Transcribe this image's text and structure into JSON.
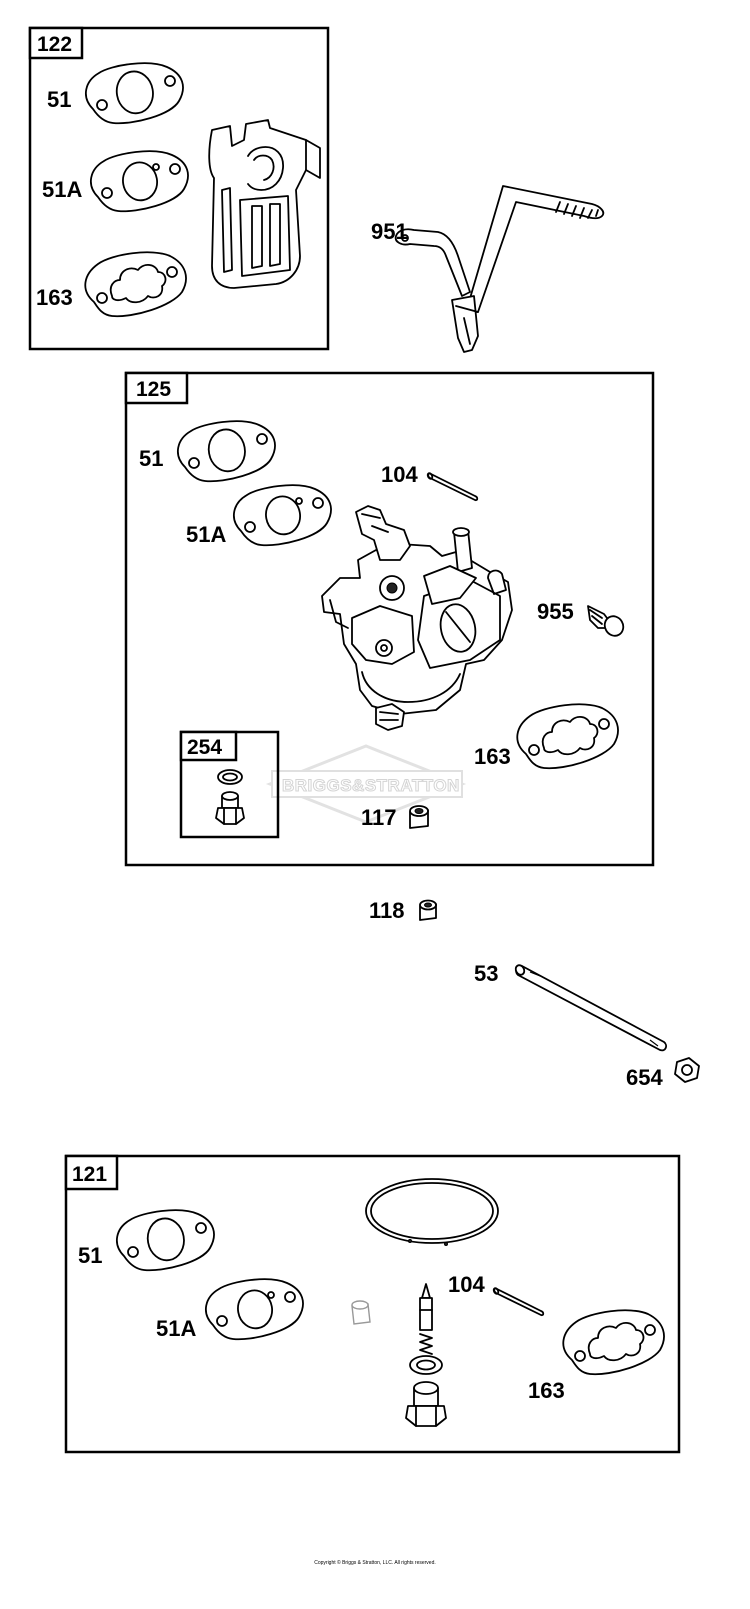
{
  "kits": {
    "k122": "122",
    "k125": "125",
    "k254": "254",
    "k121": "121"
  },
  "labels": {
    "k122_51": "51",
    "k122_51A": "51A",
    "k122_163": "163",
    "p951": "951",
    "k125_51": "51",
    "k125_51A": "51A",
    "k125_104": "104",
    "k125_955": "955",
    "k125_163": "163",
    "k125_117": "117",
    "p118": "118",
    "p53": "53",
    "p654": "654",
    "k121_51": "51",
    "k121_51A": "51A",
    "k121_104": "104",
    "k121_163": "163"
  },
  "watermark": "BRIGGS&STRATTON",
  "copyright": "Copyright © Briggs & Stratton, LLC. All rights reserved.",
  "icons": {
    "gasket": "gasket-icon",
    "carburetor": "carburetor-icon",
    "spacer": "intake-spacer-icon",
    "lever": "throttle-lever-icon",
    "pin": "pin-icon",
    "screw": "screw-icon",
    "nut": "nut-icon",
    "bolt": "bolt-icon",
    "oring": "o-ring-icon",
    "needle": "float-needle-icon",
    "spring": "spring-icon",
    "jet": "jet-icon",
    "washer": "washer-icon"
  }
}
